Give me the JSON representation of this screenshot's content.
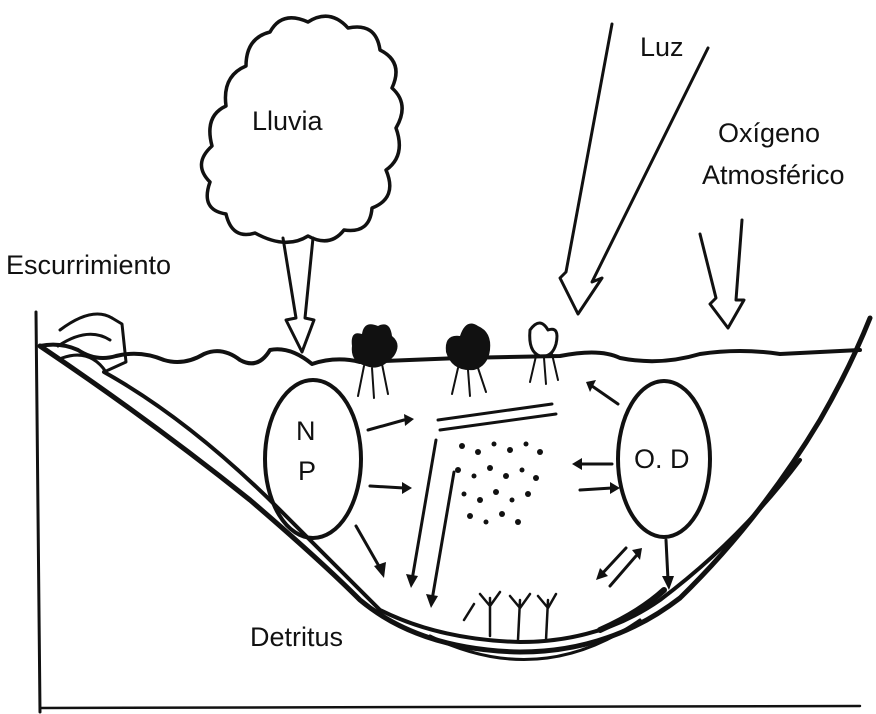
{
  "labels": {
    "rain": "Lluvia",
    "light": "Luz",
    "oxygen_line1": "Oxígeno",
    "oxygen_line2": "Atmosférico",
    "runoff": "Escurrimiento",
    "nutrients_n": "N",
    "nutrients_p": "P",
    "dissolved_oxygen": "O. D",
    "detritus": "Detritus"
  },
  "colors": {
    "ink": "#111111",
    "background": "#ffffff"
  }
}
